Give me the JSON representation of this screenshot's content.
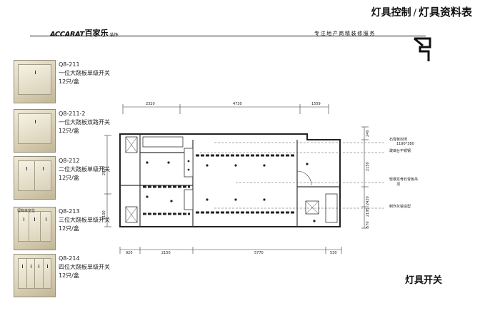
{
  "header": {
    "title_left": "灯具控制",
    "title_right": "灯具资料表"
  },
  "logo": {
    "brand_en": "ACCARAT",
    "brand_cn": "百家乐",
    "brand_sub": "装饰"
  },
  "slogan": "专注地产商精装修服务",
  "switches": [
    {
      "code": "Q8-211",
      "name": "一位大跷板单级开关",
      "qty": "12只/盒",
      "gangs": 1
    },
    {
      "code": "Q8-211-2",
      "name": "一位大跷板双路开关",
      "qty": "12只/盒",
      "gangs": 1
    },
    {
      "code": "Q8-212",
      "name": "二位大跷板单级开关",
      "qty": "12只/盒",
      "gangs": 2
    },
    {
      "code": "Q8-213",
      "name": "三位大跷板单级开关",
      "qty": "12只/盒",
      "gangs": 3
    },
    {
      "code": "Q8-214",
      "name": "四位大跷板单级开关",
      "qty": "12只/盒",
      "gangs": 4
    }
  ],
  "switch_side_note": "留有余空位",
  "plan": {
    "dims_top": [
      "2320",
      "4730",
      "1559"
    ],
    "dims_bottom": [
      "920",
      "2150",
      "5770",
      "530"
    ],
    "dims_left": [
      "2920",
      "1100"
    ],
    "dims_right": [
      "240",
      "2150",
      "2420",
      "2195",
      "570"
    ],
    "annotations": [
      {
        "text": "石膏板封闭",
        "sub": "1190*380"
      },
      {
        "text": "玻璃台不锈钢"
      },
      {
        "text": "轻钢龙骨石膏板吊",
        "sub": "顶"
      },
      {
        "text": "制作灰镜造型"
      }
    ]
  },
  "footer": {
    "title": "灯具开关"
  }
}
